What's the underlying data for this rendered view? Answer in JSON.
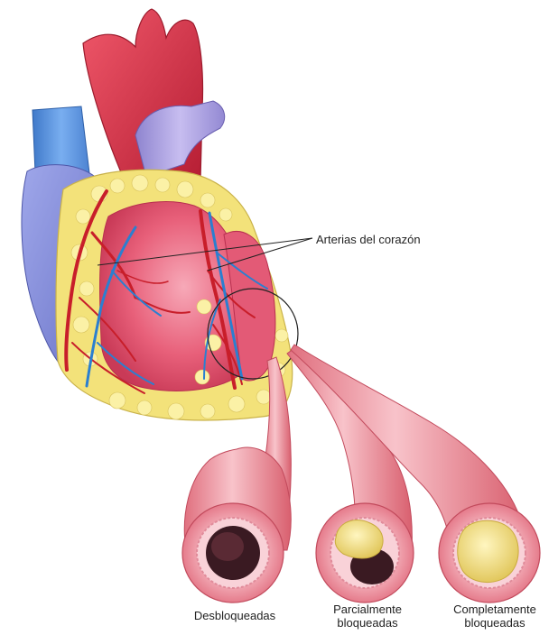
{
  "figure": {
    "labels": {
      "arteries": "Arterias del corazón",
      "unblocked": "Desbloqueadas",
      "partial_line1": "Parcialmente",
      "partial_line2": "bloqueadas",
      "complete_line1": "Completamente",
      "complete_line2": "bloqueadas"
    },
    "colors": {
      "aorta": "#d8324a",
      "vena_cava": "#5b8fd6",
      "pulmonary": "#a89ad8",
      "heart_muscle": "#e8607a",
      "fat": "#f3e27a",
      "artery_red": "#c81e2a",
      "vein_blue": "#2b7fd0",
      "vessel_wall": "#f0a3ae",
      "lumen": "#3a1a22",
      "plaque": "#f2e08a"
    }
  }
}
